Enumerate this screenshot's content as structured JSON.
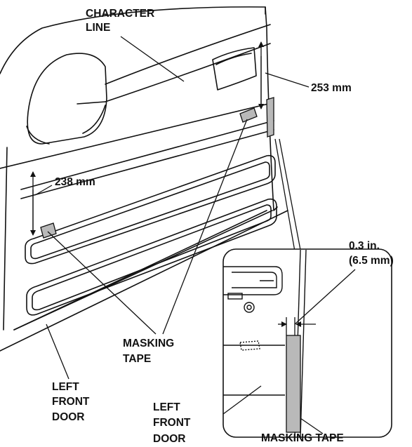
{
  "labels": {
    "character_line_1": "CHARACTER",
    "character_line_2": "LINE",
    "dim_253": "253  mm",
    "dim_238": "238  mm",
    "gap_in": "0.3 in.",
    "gap_mm": "(6.5 mm)",
    "masking_tape_1": "MASKING",
    "masking_tape_2": "TAPE",
    "left_front_door_1": "LEFT",
    "left_front_door_2": "FRONT",
    "left_front_door_3": "DOOR",
    "detail_door_1": "LEFT",
    "detail_door_2": "FRONT",
    "detail_door_3": "DOOR",
    "masking_tape_detail": "MASKING TAPE"
  },
  "colors": {
    "line": "#111111",
    "tape": "#b9b9b9",
    "background": "#ffffff"
  }
}
